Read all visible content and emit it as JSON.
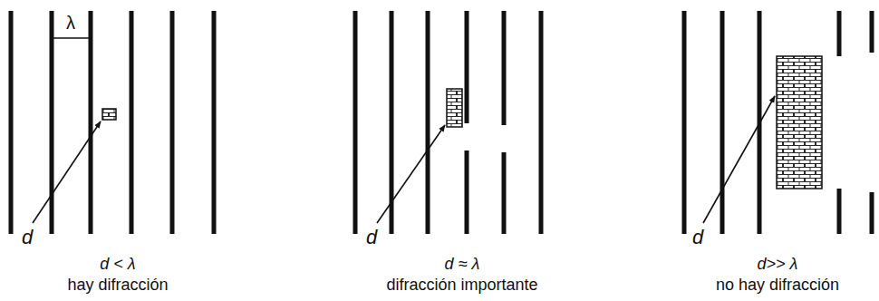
{
  "diagram": {
    "labels": [
      "λ",
      "d",
      "d < λ",
      "hay difracción",
      "d",
      "d ≈ λ",
      "difracción importante",
      "d",
      "d>> λ",
      "no hay difracción"
    ]
  }
}
